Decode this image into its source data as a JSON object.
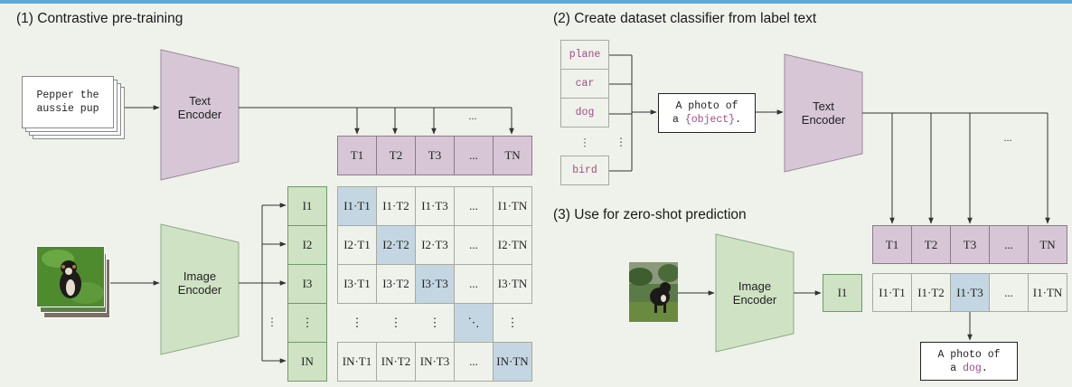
{
  "section1": {
    "title": "(1) Contrastive pre-training"
  },
  "section2": {
    "title": "(2) Create dataset classifier from label text"
  },
  "section3": {
    "title": "(3) Use for zero-shot prediction"
  },
  "text_input": {
    "line1": "Pepper the",
    "line2": "aussie pup"
  },
  "encoders": {
    "text1": {
      "line1": "Text",
      "line2": "Encoder"
    },
    "image1": {
      "line1": "Image",
      "line2": "Encoder"
    },
    "text2": {
      "line1": "Text",
      "line2": "Encoder"
    },
    "image2": {
      "line1": "Image",
      "line2": "Encoder"
    }
  },
  "text_tokens": [
    "T1",
    "T2",
    "T3",
    "...",
    "TN"
  ],
  "image_tokens": [
    "I1",
    "I2",
    "I3",
    "⋮",
    "IN"
  ],
  "matrix": [
    [
      "I1·T1",
      "I1·T2",
      "I1·T3",
      "...",
      "I1·TN"
    ],
    [
      "I2·T1",
      "I2·T2",
      "I2·T3",
      "...",
      "I2·TN"
    ],
    [
      "I3·T1",
      "I3·T2",
      "I3·T3",
      "...",
      "I3·TN"
    ],
    [
      "⋮",
      "⋮",
      "⋮",
      "⋱",
      "⋮"
    ],
    [
      "IN·T1",
      "IN·T2",
      "IN·T3",
      "...",
      "IN·TN"
    ]
  ],
  "labels": [
    "plane",
    "car",
    "dog",
    "⋮",
    "bird"
  ],
  "label_dots": "⋮",
  "template": {
    "line1": "A photo of",
    "prefix": "a ",
    "placeholder": "{object}",
    "suffix": "."
  },
  "ellipsis": "...",
  "zs_image_token": "I1",
  "zs_text_tokens": [
    "T1",
    "T2",
    "T3",
    "...",
    "TN"
  ],
  "zs_scores": [
    "I1·T1",
    "I1·T2",
    "I1·T3",
    "...",
    "I1·TN"
  ],
  "prediction": {
    "line1": "A photo of",
    "prefix": "a ",
    "object": "dog",
    "suffix": "."
  },
  "colors": {
    "text_encoder": "#d6c6d6",
    "image_encoder": "#cfe2c4",
    "highlight": "#c4d6e2",
    "label_text": "#a04d86",
    "top_bar": "#5aa9d6"
  }
}
